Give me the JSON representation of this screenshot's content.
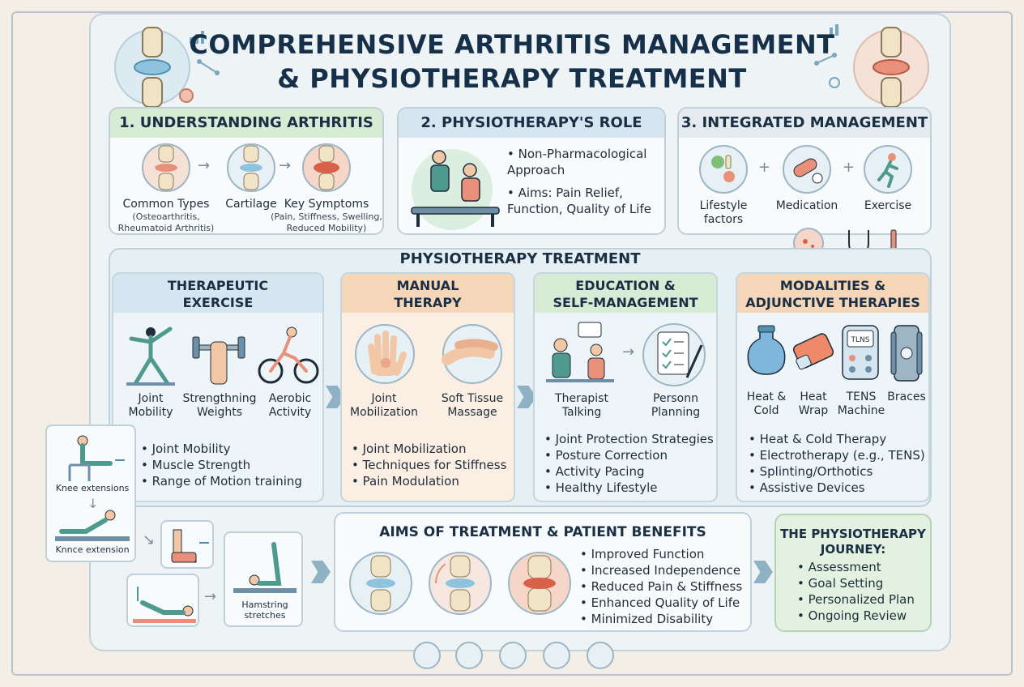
{
  "title_line1": "COMPREHENSIVE ARTHRITIS MANAGEMENT",
  "title_line2": "& PHYSIOTHERAPY TREATMENT",
  "section1": {
    "heading": "1. UNDERSTANDING ARTHRITIS",
    "items": [
      {
        "label": "Common Types",
        "sub": "(Osteoarthritis, Rheumatoid Arthritis)"
      },
      {
        "label": "Cartilage",
        "sub": ""
      },
      {
        "label": "Key Symptoms",
        "sub": "(Pain, Stiffness, Swelling, Reduced Mobility)"
      }
    ]
  },
  "section2": {
    "heading": "2. PHYSIOTHERAPY'S ROLE",
    "bullets": [
      "Non-Pharmacological Approach",
      "Aims: Pain Relief, Function, Quality of Life"
    ]
  },
  "section3": {
    "heading": "3. INTEGRATED MANAGEMENT",
    "items": [
      "Lifestyle factors",
      "Medication",
      "Exercise"
    ],
    "plus": "+"
  },
  "treatment": {
    "heading": "PHYSIOTHERAPY TREATMENT",
    "columns": [
      {
        "heading_l1": "THERAPEUTIC",
        "heading_l2": "EXERCISE",
        "icons": [
          "Joint Mobility",
          "Strengthning Weights",
          "Aerobic Activity"
        ],
        "bullets": [
          "Joint Mobility",
          "Muscle Strength",
          "Range of Motion training"
        ]
      },
      {
        "heading_l1": "MANUAL",
        "heading_l2": "THERAPY",
        "icons": [
          "Joint Mobilization",
          "Soft Tissue Massage"
        ],
        "bullets": [
          "Joint Mobilization",
          "Techniques for Stiffness",
          "Pain Modulation"
        ]
      },
      {
        "heading_l1": "EDUCATION &",
        "heading_l2": "SELF-MANAGEMENT",
        "icons": [
          "Therapist Talking",
          "Personn Planning"
        ],
        "bullets": [
          "Joint Protection Strategies",
          "Posture Correction",
          "Activity Pacing",
          "Healthy Lifestyle"
        ]
      },
      {
        "heading_l1": "MODALITIES &",
        "heading_l2": "ADJUNCTIVE THERAPIES",
        "icons": [
          "Heat & Cold",
          "Heat Wrap",
          "TENS Machine",
          "Braces"
        ],
        "bullets": [
          "Heat & Cold Therapy",
          "Electrotherapy (e.g., TENS)",
          "Splinting/Orthotics",
          "Assistive Devices"
        ]
      }
    ]
  },
  "side_exercises": {
    "knee_ext_1": "Knee extensions",
    "knee_ext_2": "Knnce extension",
    "hamstring_l1": "Hamstring",
    "hamstring_l2": "stretches"
  },
  "tens_screen": "TLNS",
  "aims": {
    "heading": "AIMS OF TREATMENT & PATIENT BENEFITS",
    "bullets": [
      "Improved Function",
      "Increased Independence",
      "Reduced Pain & Stiffness",
      "Enhanced Quality of Life",
      "Minimized Disability"
    ]
  },
  "journey": {
    "heading_l1": "THE PHYSIOTHERAPY",
    "heading_l2": "JOURNEY:",
    "bullets": [
      "Assessment",
      "Goal Setting",
      "Personalized Plan",
      "Ongoing Review"
    ]
  },
  "colors": {
    "accent_green": "#d8ecd5",
    "accent_blue": "#d6e6f1",
    "accent_orange": "#f6d6b8",
    "bone": "#f1e3c6",
    "joint_red": "#e8907a",
    "cartilage_blue": "#8fc3dd"
  }
}
